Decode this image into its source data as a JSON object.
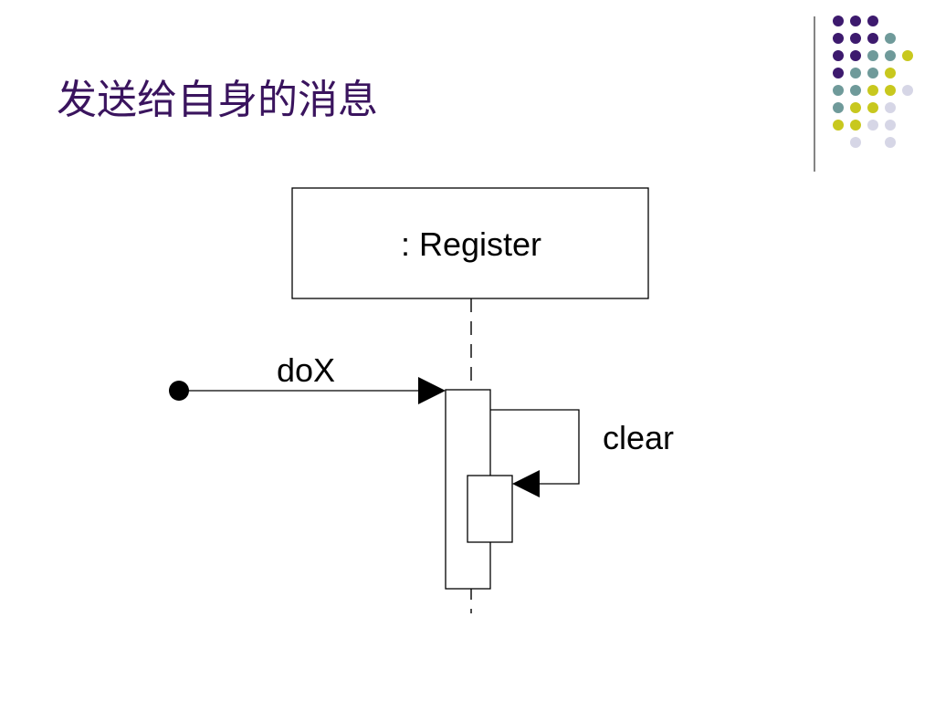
{
  "slide": {
    "title": "发送给自身的消息"
  },
  "theme": {
    "title_color": "#3a145e",
    "dot_colors": {
      "purple": "#3d1a6e",
      "teal": "#6f9a9a",
      "yellow": "#c8c81e",
      "lavender": "#d6d6e6"
    },
    "rule_color": "#333333"
  },
  "decoration": {
    "dot_grid": [
      [
        "purple",
        "purple",
        "purple",
        null,
        null
      ],
      [
        "purple",
        "purple",
        "purple",
        "teal",
        null
      ],
      [
        "purple",
        "purple",
        "teal",
        "teal",
        "yellow"
      ],
      [
        "purple",
        "teal",
        "teal",
        "yellow",
        null
      ],
      [
        "teal",
        "teal",
        "yellow",
        "yellow",
        "lavender"
      ],
      [
        "teal",
        "yellow",
        "yellow",
        "lavender",
        null
      ],
      [
        "yellow",
        "yellow",
        "lavender",
        "lavender",
        null
      ],
      [
        null,
        "lavender",
        null,
        "lavender",
        null
      ]
    ]
  },
  "diagram": {
    "lifeline_object": ": Register",
    "incoming_message": "doX",
    "self_message": "clear"
  }
}
